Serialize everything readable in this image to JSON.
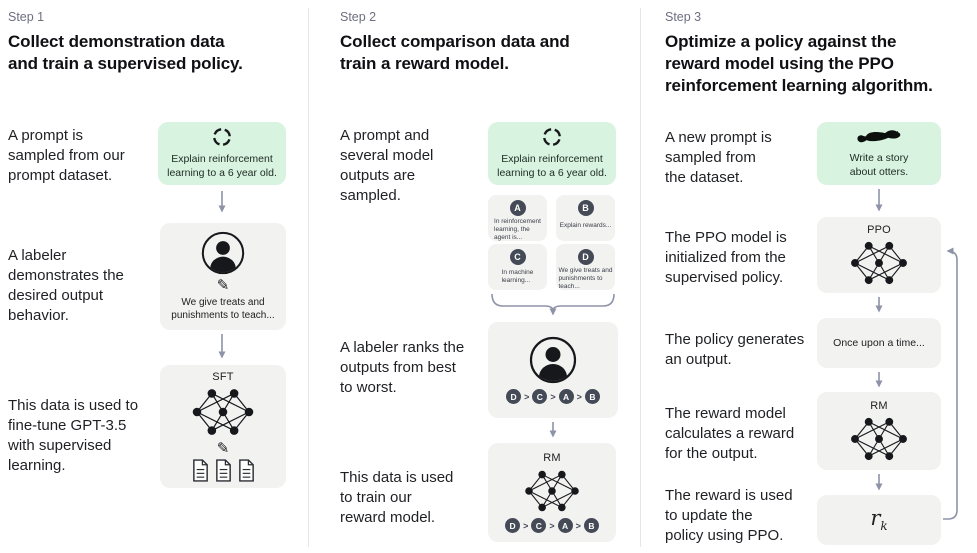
{
  "colors": {
    "prompt_box_green": "#d8f3df",
    "model_box_gray": "#f2f2f0",
    "badge_slate": "#454a57",
    "arrow_gray": "#8e93a7",
    "step_label_gray": "#6e6e80",
    "text_black": "#1f2024"
  },
  "columns": [
    {
      "step_label": "Step 1",
      "heading": "Collect demonstration data\nand train a supervised policy.",
      "row1_text": "A prompt is\nsampled from our\nprompt dataset.",
      "prompt_text": "Explain reinforcement\nlearning to a 6 year old.",
      "row2_text": "A labeler\ndemonstrates the\ndesired output\nbehavior.",
      "demo_text": "We give treats and\npunishments to teach...",
      "row3_text": "This data is used to\nfine-tune GPT-3.5\nwith supervised\nlearning.",
      "model_label": "SFT"
    },
    {
      "step_label": "Step 2",
      "heading": "Collect comparison data and\ntrain a reward model.",
      "row1_text": "A prompt and\nseveral model\noutputs are\nsampled.",
      "prompt_text": "Explain reinforcement\nlearning to a 6 year old.",
      "outputs": [
        {
          "letter": "A",
          "text": "In reinforcement\nlearning, the\nagent is..."
        },
        {
          "letter": "B",
          "text": "Explain rewards..."
        },
        {
          "letter": "C",
          "text": "In machine\nlearning..."
        },
        {
          "letter": "D",
          "text": "We give treats and\npunishments to\nteach..."
        }
      ],
      "row2_text": "A labeler ranks the\noutputs from best\nto worst.",
      "ranking": [
        "D",
        "C",
        "A",
        "B"
      ],
      "separator": ">",
      "row3_text": "This data is used\nto train our\nreward model.",
      "model_label": "RM"
    },
    {
      "step_label": "Step 3",
      "heading": "Optimize a policy against the\nreward model using the PPO\nreinforcement learning algorithm.",
      "row1_text": "A new prompt is\nsampled from\nthe dataset.",
      "prompt_text": "Write a story\nabout otters.",
      "row2_text": "The PPO model is\ninitialized from the\nsupervised policy.",
      "ppo_label": "PPO",
      "row3_text": "The policy generates\nan output.",
      "output_text": "Once upon a time...",
      "row4_text": "The reward model\ncalculates a reward\nfor the output.",
      "rm_label": "RM",
      "row5_text": "The reward is used\nto update the\npolicy using PPO.",
      "reward_base": "r",
      "reward_sub": "k"
    }
  ]
}
